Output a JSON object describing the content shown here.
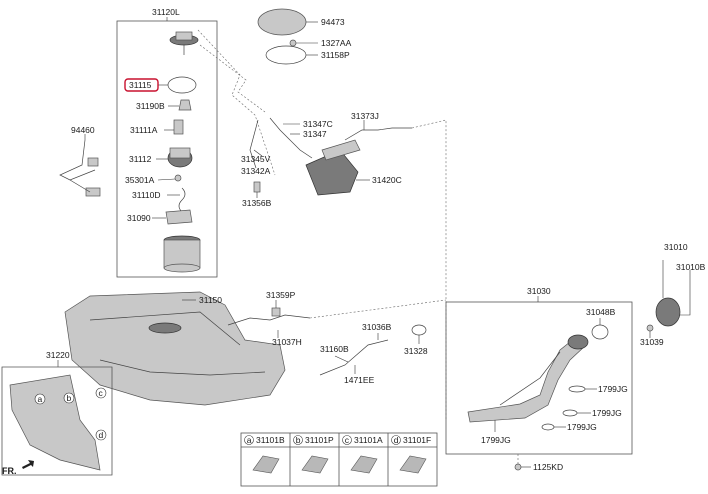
{
  "labels": {
    "p31120L": "31120L",
    "p31115": "31115",
    "p31190B": "31190B",
    "p31111A": "31111A",
    "p31112": "31112",
    "p35301A": "35301A",
    "p31110D": "31110D",
    "p31090": "31090",
    "p94460": "94460",
    "p94473": "94473",
    "p1327AA": "1327AA",
    "p31158P": "31158P",
    "p31347C": "31347C",
    "p31347": "31347",
    "p31373J": "31373J",
    "p31345V": "31345V",
    "p31342A": "31342A",
    "p31420C": "31420C",
    "p31356B": "31356B",
    "p31150": "31150",
    "p31359P": "31359P",
    "p31037H": "31037H",
    "p31036B": "31036B",
    "p31328": "31328",
    "p31160B": "31160B",
    "p1471EE": "1471EE",
    "p31030": "31030",
    "p31048B": "31048B",
    "p31039": "31039",
    "p31010": "31010",
    "p31010B": "31010B",
    "p1799JG_a": "1799JG",
    "p1799JG_b": "1799JG",
    "p1799JG_c": "1799JG",
    "p1799JG_d": "1799JG",
    "p1125KD": "1125KD",
    "p31220": "31220",
    "fr": "FR."
  },
  "callouts": {
    "a": "a",
    "b": "b",
    "c": "c",
    "d": "d"
  },
  "legend": [
    {
      "key": "a",
      "part": "31101B"
    },
    {
      "key": "b",
      "part": "31101P"
    },
    {
      "key": "c",
      "part": "31101A"
    },
    {
      "key": "d",
      "part": "31101F"
    }
  ],
  "highlight_color": "#c8102e"
}
